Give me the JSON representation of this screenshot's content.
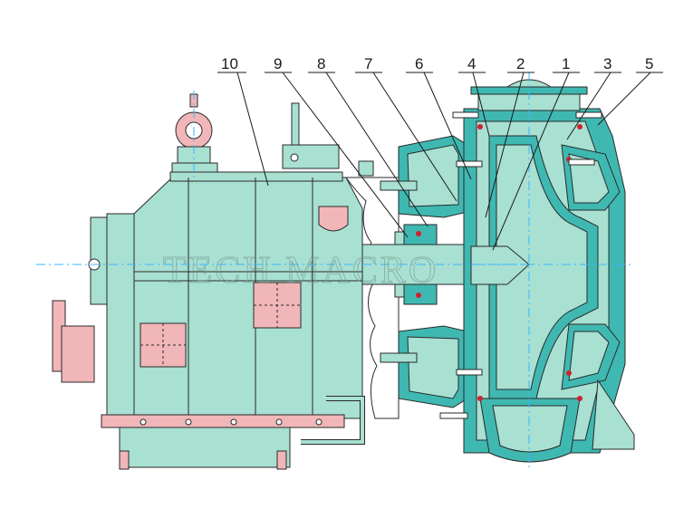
{
  "diagram": {
    "part_labels": [
      "10",
      "9",
      "8",
      "7",
      "6",
      "4",
      "2",
      "1",
      "3",
      "5"
    ],
    "watermark": "TECH MACRO"
  },
  "colors": {
    "body_green": "#a8e0d2",
    "teal": "#3fb8b2",
    "pink": "#f1b6b8",
    "red": "#d2202c",
    "line": "#2a2a2a",
    "centerline": "#38b6ff"
  }
}
